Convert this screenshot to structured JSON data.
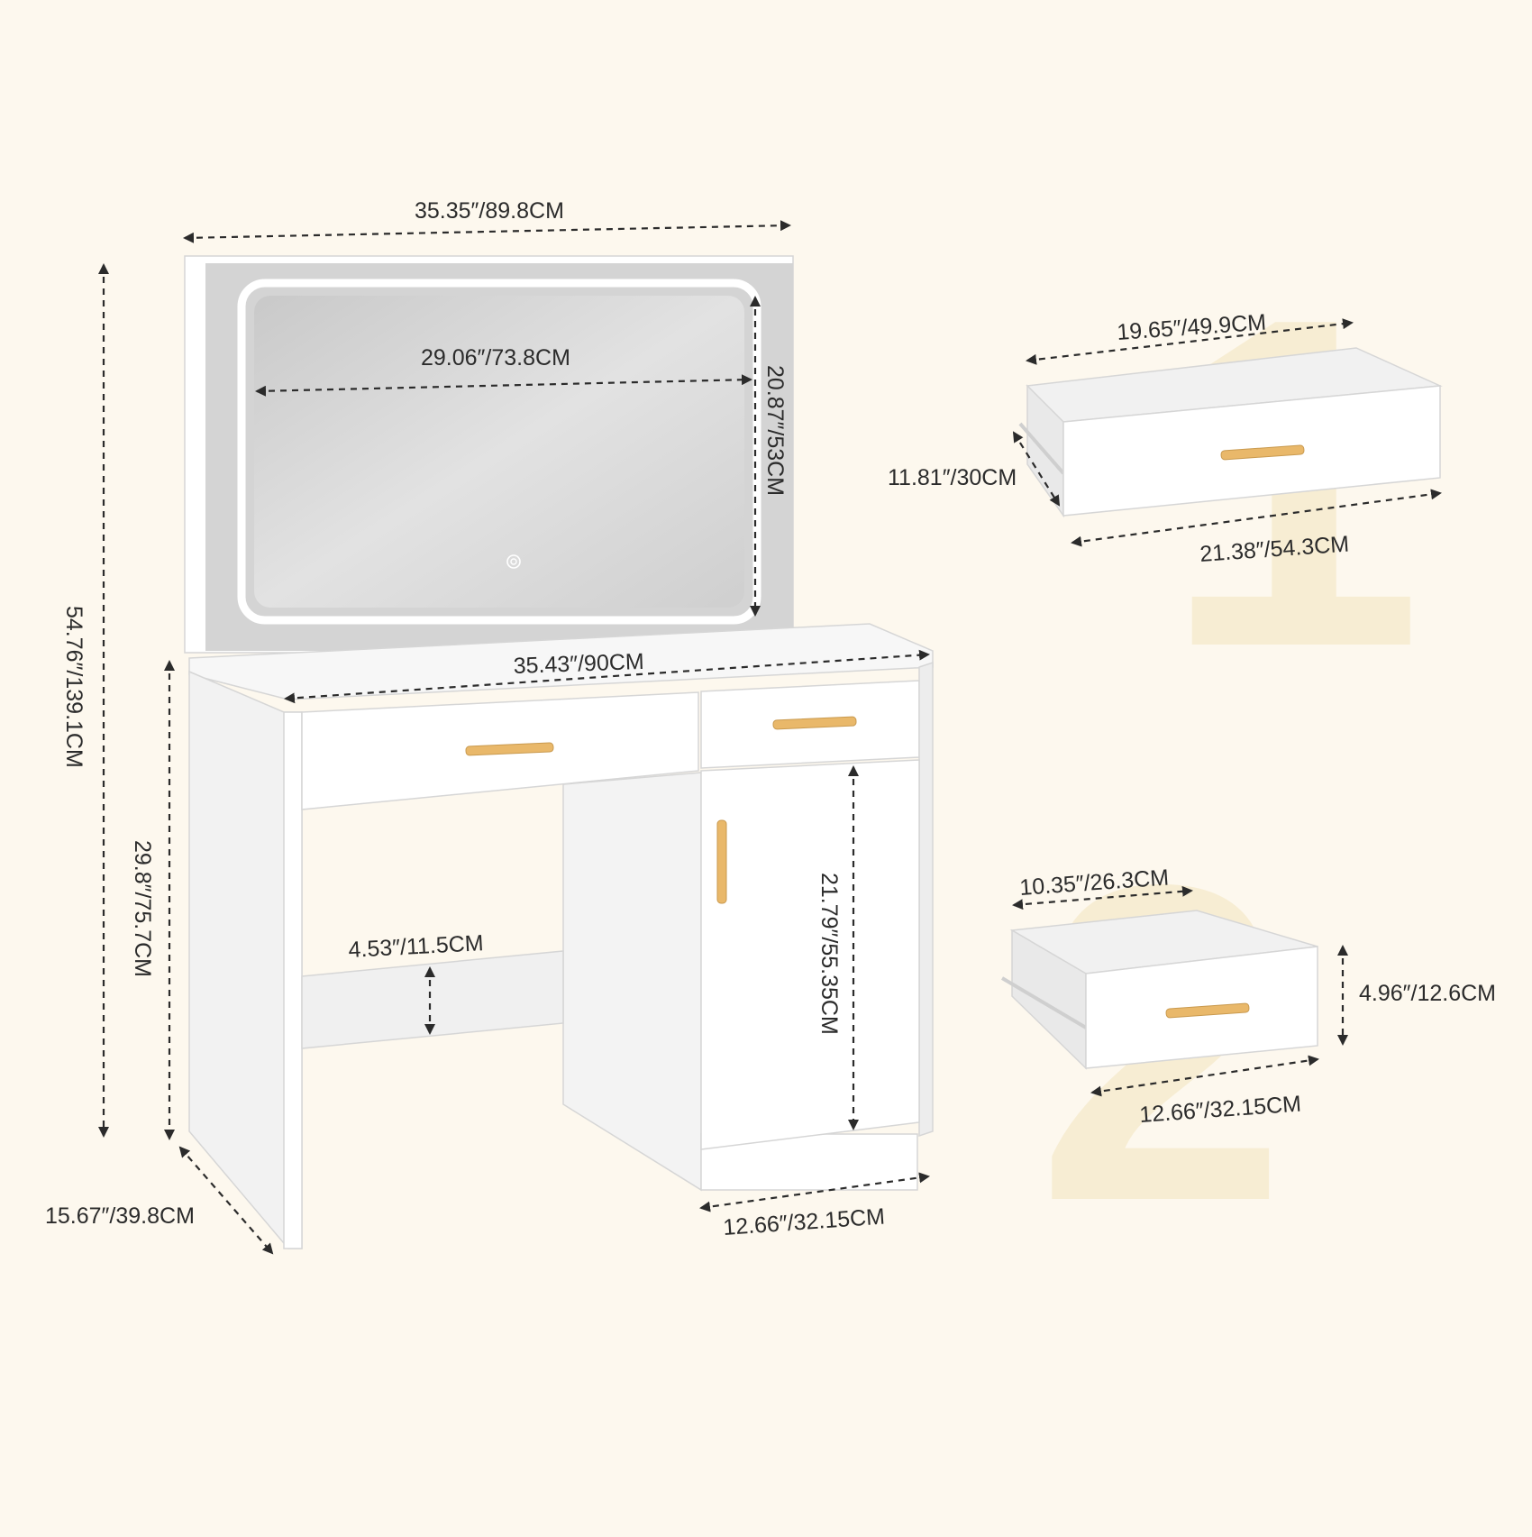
{
  "colors": {
    "background": "#fdf8ee",
    "furniture": "#ffffff",
    "mirror": "#d6d6d6",
    "led_strip": "#ffffff",
    "handle": "#e9b86a",
    "dimension_line": "#2b2b2b",
    "watermark": "#f7edd3"
  },
  "watermarks": {
    "drawer_1": "1",
    "drawer_2": "2"
  },
  "icons": {
    "touch_button": "power-icon"
  },
  "vanity": {
    "mirror_frame_width": "35.35″/89.8CM",
    "mirror_width": "29.06″/73.8CM",
    "mirror_height": "20.87″/53CM",
    "total_height": "54.76″/139.1CM",
    "desk_width": "35.43″/90CM",
    "desk_height": "29.8″/75.7CM",
    "crossbar_height": "4.53″/11.5CM",
    "cabinet_door_height": "21.79″/55.35CM",
    "depth": "15.67″/39.8CM",
    "cabinet_width": "12.66″/32.15CM"
  },
  "drawer_1": {
    "inner_width": "19.65″/49.9CM",
    "depth": "11.81″/30CM",
    "front_width": "21.38″/54.3CM"
  },
  "drawer_2": {
    "inner_width": "10.35″/26.3CM",
    "height": "4.96″/12.6CM",
    "front_width": "12.66″/32.15CM"
  }
}
